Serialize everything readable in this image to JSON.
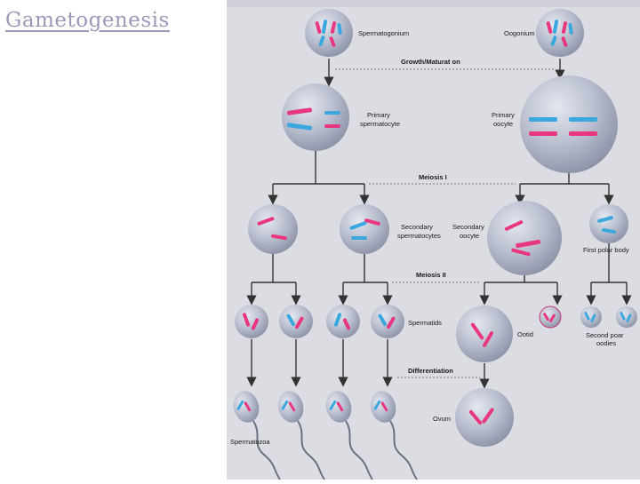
{
  "title": "Gametogenesis",
  "colors": {
    "background": "#ffffff",
    "title": "#9a9ab8",
    "figure_bg": "#dcdde3",
    "cell": "#b7bccb",
    "pink": "#e8377f",
    "blue": "#3aa8de",
    "line": "#333333"
  },
  "figure": {
    "stages": {
      "growth": "Growth/Maturat on",
      "meiosis1": "Meiosis I",
      "meiosis2": "Meiosis II",
      "differentiation": "Differentiation"
    },
    "labels": {
      "spermatogonium": "Spermatogonium",
      "oogonium": "Oogonium",
      "primary_spermatocyte_1": "Primary",
      "primary_spermatocyte_2": "spermatocyte",
      "primary_oocyte_1": "Primary",
      "primary_oocyte_2": "oocyte",
      "secondary_spermatocytes_1": "Secondary",
      "secondary_spermatocytes_2": "spermatocytes",
      "secondary_oocyte_1": "Secondary",
      "secondary_oocyte_2": "oocyte",
      "first_polar_body": "First polar body",
      "spermatids": "Spermatids",
      "ootid": "Ootid",
      "second_polar_bodies_1": "Second poar",
      "second_polar_bodies_2": "oodies",
      "ovum": "Ovum",
      "spermatozoa": "Spermatozoa"
    }
  }
}
